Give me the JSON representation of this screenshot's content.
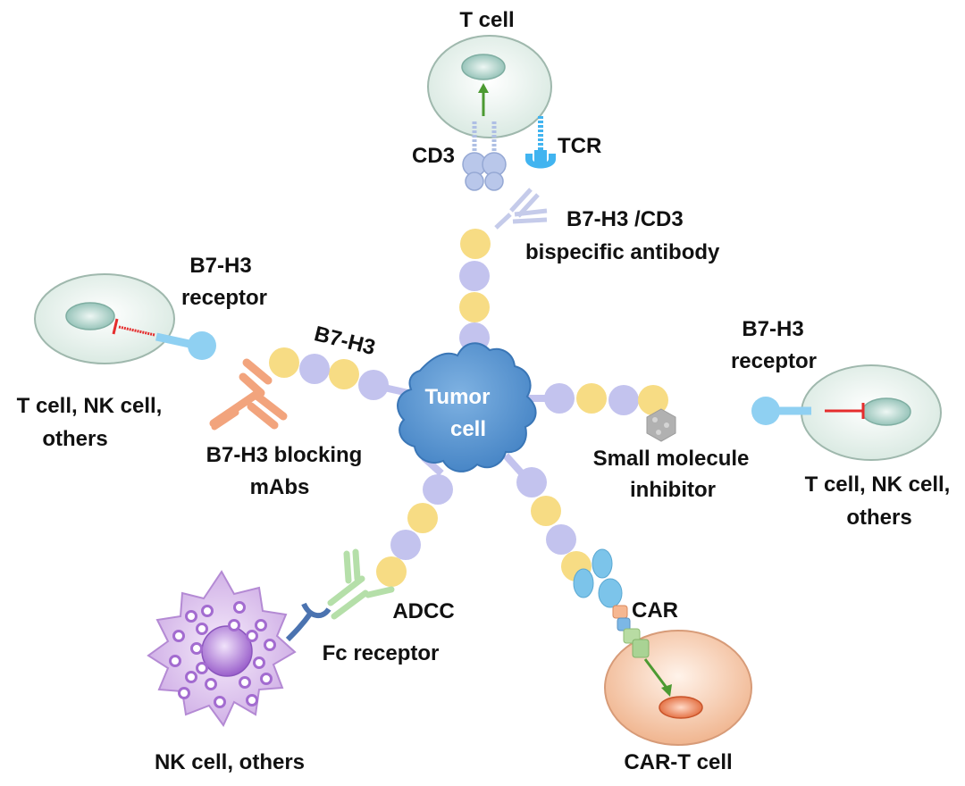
{
  "colors": {
    "bead_lavender": "#c3c3ee",
    "bead_yellow": "#f7dc84",
    "tumor": "#4f8fd0",
    "cell_fill": "#e3efe9",
    "nucleus": "#b6d6cf",
    "car_t_cell": "#f6c5a3",
    "nk_cell": "#d7baeb",
    "nk_granule": "#a36cd0",
    "blocking_mab": "#f2a47d",
    "adcc_antibody": "#b5dfa9",
    "bispecific": "#c5cbea",
    "tcr": "#41b4f0",
    "cd3": "#aebfe4",
    "receptor": "#8fd0f2",
    "inhibition": "#e52d2d",
    "activation": "#4c9a32",
    "small_molecule": "#b1b1b1",
    "car": "#7cc4ea"
  },
  "labels": {
    "tumor_line1": "Tumor",
    "tumor_line2": "cell",
    "t_cell_top": "T cell",
    "cd3": "CD3",
    "tcr": "TCR",
    "bispecific_line1": "B7-H3 /CD3",
    "bispecific_line2": "bispecific antibody",
    "b7h3": "B7-H3",
    "left_receptor_line1": "B7-H3",
    "left_receptor_line2": "receptor",
    "left_cell_line1": "T cell, NK cell,",
    "left_cell_line2": "others",
    "blocking_line1": "B7-H3 blocking",
    "blocking_line2": "mAbs",
    "right_receptor_line1": "B7-H3",
    "right_receptor_line2": "receptor",
    "small_mol_line1": "Small molecule",
    "small_mol_line2": "inhibitor",
    "right_cell_line1": "T cell, NK cell,",
    "right_cell_line2": "others",
    "adcc": "ADCC",
    "fc_receptor": "Fc receptor",
    "car": "CAR",
    "nk_cell": "NK cell, others",
    "car_t_cell": "CAR-T cell"
  },
  "icons": [
    "t-cell-icon",
    "tumor-cell-icon",
    "nk-cell-icon",
    "car-t-cell-icon",
    "antibody-icon",
    "small-molecule-icon",
    "inhibition-icon",
    "activation-arrow-icon"
  ]
}
